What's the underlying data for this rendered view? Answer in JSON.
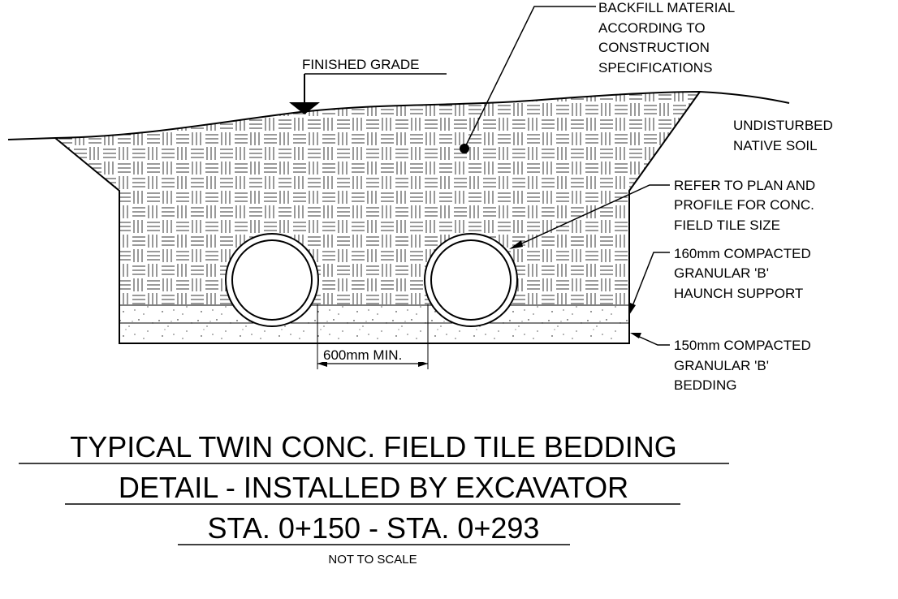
{
  "labels": {
    "finished_grade": "FINISHED GRADE",
    "backfill": [
      "BACKFILL MATERIAL",
      "ACCORDING TO",
      "CONSTRUCTION",
      "SPECIFICATIONS"
    ],
    "native_soil": [
      "UNDISTURBED",
      "NATIVE SOIL"
    ],
    "plan_profile": [
      "REFER TO PLAN AND",
      "PROFILE FOR CONC.",
      "FIELD TILE SIZE"
    ],
    "haunch": [
      "160mm COMPACTED",
      "GRANULAR 'B'",
      "HAUNCH SUPPORT"
    ],
    "bedding": [
      "150mm COMPACTED",
      "GRANULAR 'B'",
      "BEDDING"
    ],
    "spacing": "600mm MIN."
  },
  "title": {
    "line1": "TYPICAL TWIN CONC. FIELD TILE BEDDING",
    "line2": "DETAIL - INSTALLED BY EXCAVATOR",
    "line3": "STA. 0+150 - STA. 0+293",
    "scale_note": "NOT TO SCALE"
  }
}
